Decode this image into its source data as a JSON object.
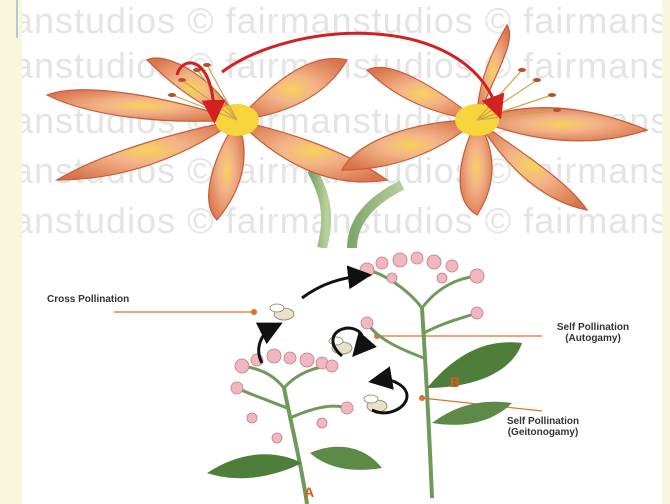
{
  "photo": {
    "watermark_text": "manstudios © fairmanstudios © fairmanstudios"
  },
  "labels": {
    "cross_pollination": "Cross Pollination",
    "self_autogamy_line1": "Self Pollination",
    "self_autogamy_line2": "(Autogamy)",
    "self_geitonogamy_line1": "Self Pollination",
    "self_geitonogamy_line2": "(Geitonogamy)",
    "plant_a": "A",
    "plant_b": "B"
  },
  "colors": {
    "background": "#f7f7dc",
    "petal": "#f0a87c",
    "petal_dark": "#d96a42",
    "arrow_red": "#d32020",
    "leader_orange": "#e0702a",
    "stem_green": "#6f9a5a",
    "leaf_green": "#4f7d3a"
  }
}
